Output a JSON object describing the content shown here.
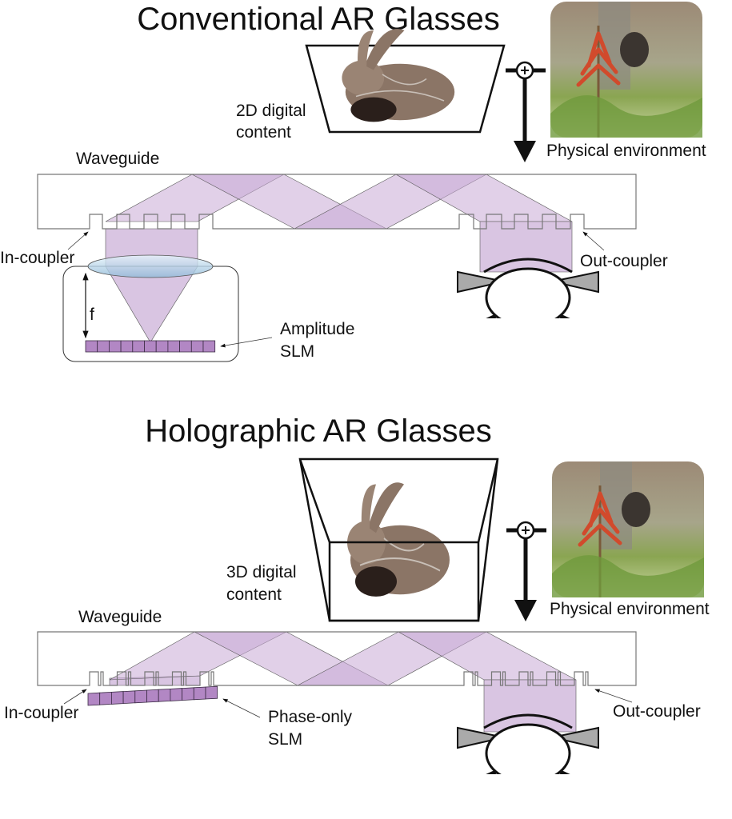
{
  "conventional": {
    "title": "Conventional AR Glasses",
    "content_label_1": "2D digital",
    "content_label_2": "content",
    "environment_label": "Physical environment",
    "waveguide_label": "Waveguide",
    "in_coupler_label": "In-coupler",
    "out_coupler_label": "Out-coupler",
    "focal_label": "f",
    "slm_label_1": "Amplitude",
    "slm_label_2": "SLM"
  },
  "holographic": {
    "title": "Holographic AR Glasses",
    "content_label_1": "3D digital",
    "content_label_2": "content",
    "environment_label": "Physical environment",
    "waveguide_label": "Waveguide",
    "in_coupler_label": "In-coupler",
    "out_coupler_label": "Out-coupler",
    "slm_label_1": "Phase-only",
    "slm_label_2": "SLM"
  },
  "colors": {
    "beam": "#c9a9d6",
    "slm": "#b287c4",
    "lens": "#a9cfe0"
  }
}
